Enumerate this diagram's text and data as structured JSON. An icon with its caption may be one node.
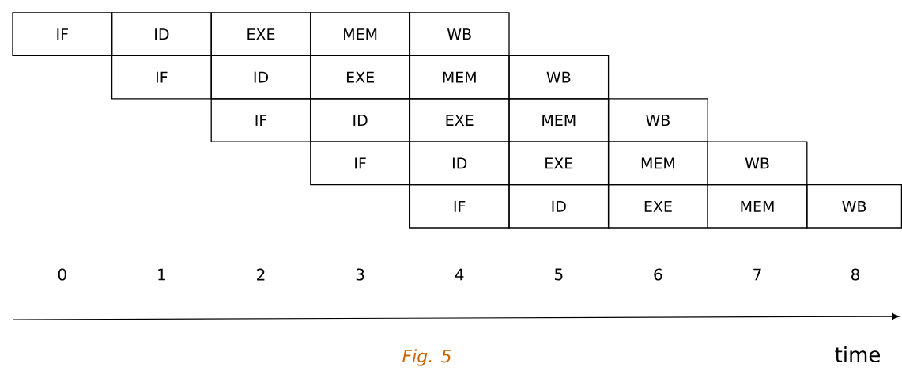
{
  "diagram": {
    "caption": "Fig. 5",
    "nodes": [
      {
        "text": [
          "IF"
        ]
      },
      {
        "text": [
          "ID"
        ]
      },
      {
        "text": [
          "EXE"
        ]
      },
      {
        "text": [
          "MEM"
        ]
      },
      {
        "text": [
          "WB"
        ]
      },
      {
        "text": [
          "IF"
        ]
      },
      {
        "text": [
          "ID"
        ]
      },
      {
        "text": [
          "EXE"
        ]
      },
      {
        "text": [
          "MEM"
        ]
      },
      {
        "text": [
          "WB"
        ]
      },
      {
        "text": [
          "IF"
        ]
      },
      {
        "text": [
          "ID"
        ]
      },
      {
        "text": [
          "EXE"
        ]
      },
      {
        "text": [
          "MEM"
        ]
      },
      {
        "text": [
          "WB"
        ]
      },
      {
        "text": [
          "IF"
        ]
      },
      {
        "text": [
          "ID"
        ]
      },
      {
        "text": [
          "EXE"
        ]
      },
      {
        "text": [
          "MEM"
        ]
      },
      {
        "text": [
          "WB"
        ]
      },
      {
        "text": [
          "IF"
        ]
      },
      {
        "text": [
          "ID"
        ]
      },
      {
        "text": [
          "EXE"
        ]
      },
      {
        "text": [
          "MEM"
        ]
      },
      {
        "text": [
          "WB"
        ]
      }
    ],
    "labels": [
      "0",
      "1",
      "2",
      "3",
      "4",
      "5",
      "6",
      "7",
      "8",
      "time"
    ]
  }
}
